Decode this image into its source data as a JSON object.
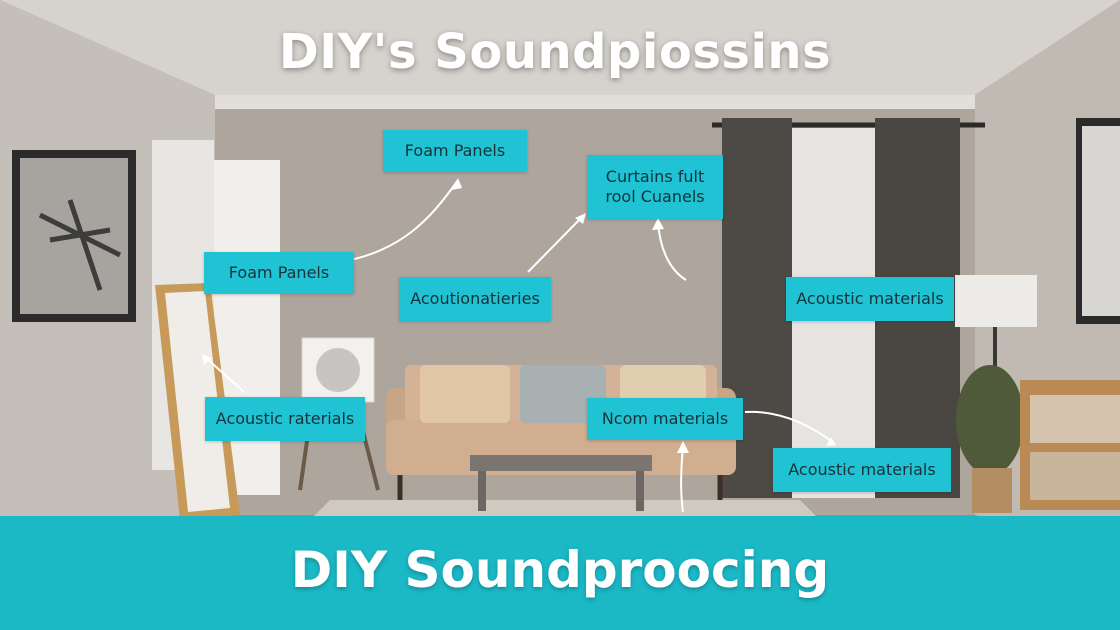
{
  "title": "DIY's Soundpiossins",
  "banner_title": "DIY Soundproocing",
  "labels": {
    "foam_panels_top": "Foam Panels",
    "foam_panels_left": "Foam Panels",
    "curtains": "Curtains fult\nrool Cuanels",
    "acoutionatieries": "Acoutionatieries",
    "acoustic_right": "Acoustic materials",
    "acoustic_left": "Acoustic raterials",
    "ncom": "Ncom materials",
    "acoustic_bottom_right": "Acoustic materials"
  },
  "colors": {
    "label_bg": "#1fc3d4",
    "banner_bg": "#1bb8c6",
    "title_text": "#ffffff"
  }
}
